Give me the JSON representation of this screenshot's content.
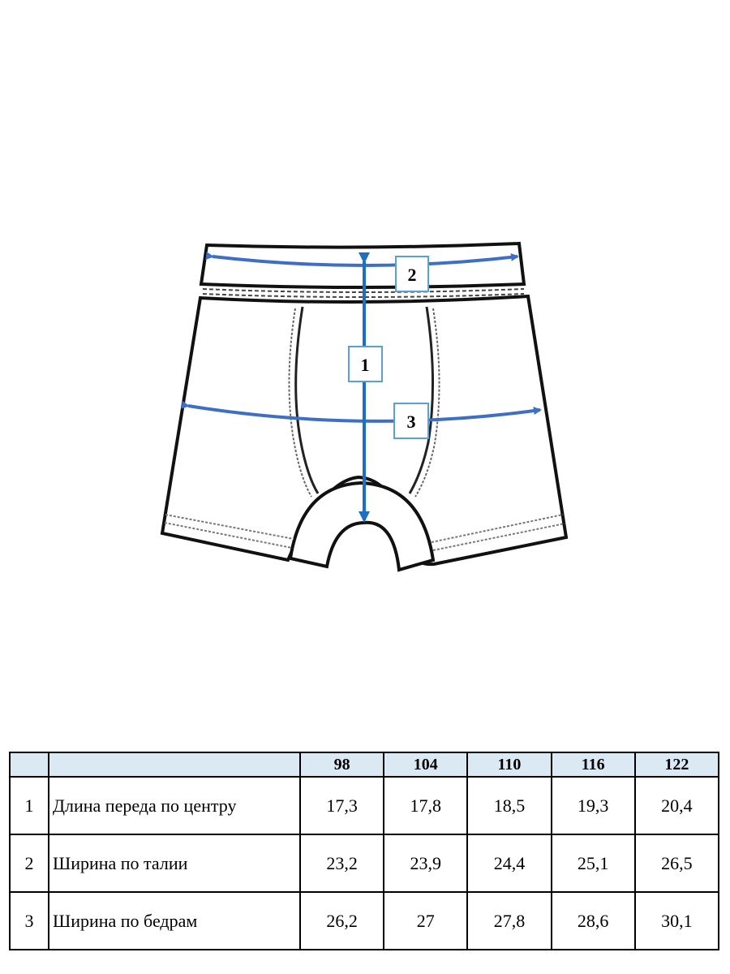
{
  "diagram": {
    "markers": [
      "1",
      "2",
      "3"
    ],
    "arrow_color": "#3f6fc4",
    "outline_color": "#111111"
  },
  "size_table": {
    "header_color": "#dbe9f5",
    "sizes": [
      "98",
      "104",
      "110",
      "116",
      "122"
    ],
    "rows": [
      {
        "num": "1",
        "label": "Длина переда по центру",
        "values": [
          "17,3",
          "17,8",
          "18,5",
          "19,3",
          "20,4"
        ]
      },
      {
        "num": "2",
        "label": "Ширина по талии",
        "values": [
          "23,2",
          "23,9",
          "24,4",
          "25,1",
          "26,5"
        ]
      },
      {
        "num": "3",
        "label": "Ширина по бедрам",
        "values": [
          "26,2",
          "27",
          "27,8",
          "28,6",
          "30,1"
        ]
      }
    ]
  }
}
